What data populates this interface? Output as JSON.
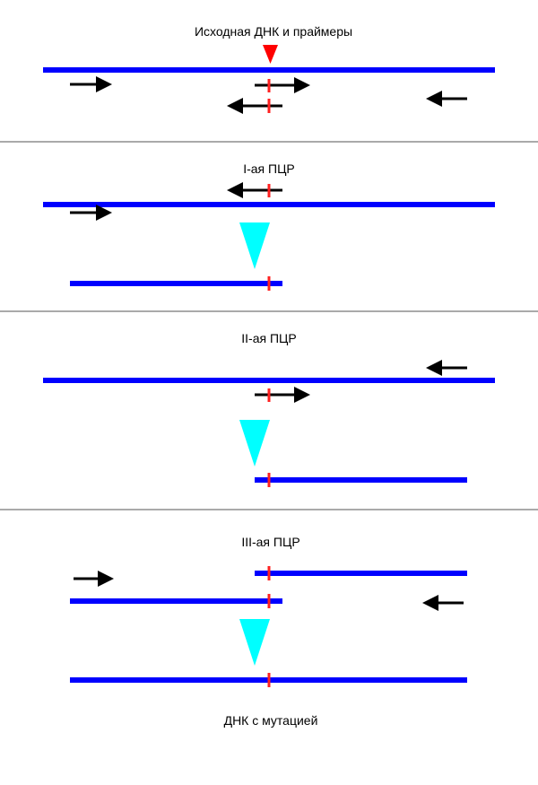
{
  "panels": [
    {
      "title": "Исходная ДНК и праймеры"
    },
    {
      "title": "I-ая ПЦР"
    },
    {
      "title": "II-ая ПЦР"
    },
    {
      "title": "III-ая ПЦР"
    }
  ],
  "caption": "ДНК с мутацией",
  "colors": {
    "dna": "#0000ff",
    "mutation": "#ff2020",
    "primer": "#000000",
    "result_arrow": "#00ffff",
    "mutation_marker": "#ff0000"
  }
}
